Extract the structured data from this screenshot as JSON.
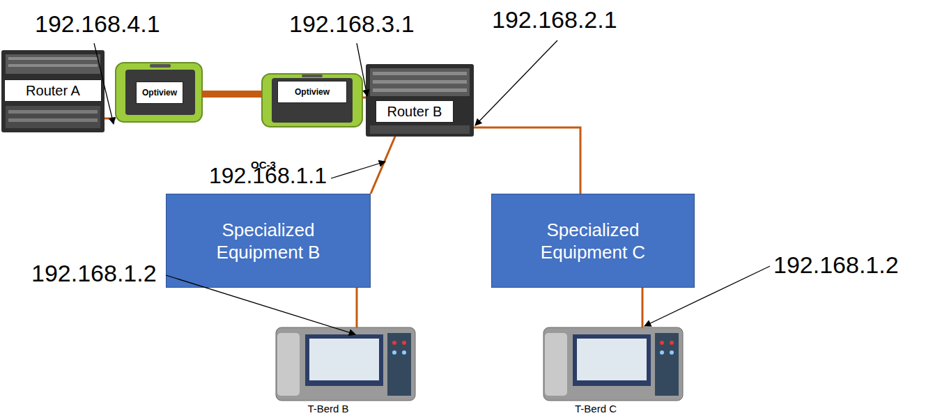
{
  "diagram": {
    "nodes": [
      {
        "text": [
          "Router A"
        ]
      },
      {
        "text": [
          "Optiview"
        ]
      },
      {
        "text": [
          "Optiview"
        ]
      },
      {
        "text": [
          "Router B"
        ]
      },
      {
        "text": [
          "Specialized Equipment B"
        ]
      },
      {
        "text": [
          "Specialized Equipment C"
        ]
      },
      {
        "text": [
          "T-Berd B"
        ]
      },
      {
        "text": [
          "T-Berd C"
        ]
      }
    ],
    "edges": [
      {
        "from": 0,
        "to": 1,
        "arrow": "none"
      },
      {
        "from": 1,
        "to": 2,
        "label": "OC-3",
        "arrow": "none"
      },
      {
        "from": 2,
        "to": 3,
        "arrow": "none"
      },
      {
        "from": 3,
        "to": 4,
        "arrow": "none"
      },
      {
        "from": 3,
        "to": 5,
        "arrow": "none"
      },
      {
        "from": 4,
        "to": 6,
        "arrow": "none"
      },
      {
        "from": 5,
        "to": 7,
        "arrow": "none"
      }
    ],
    "labels": [
      "192.168.4.1",
      "192.168.3.1",
      "192.168.2.1",
      "192.168.1.1",
      "192.168.1.2",
      "192.168.1.2"
    ]
  }
}
